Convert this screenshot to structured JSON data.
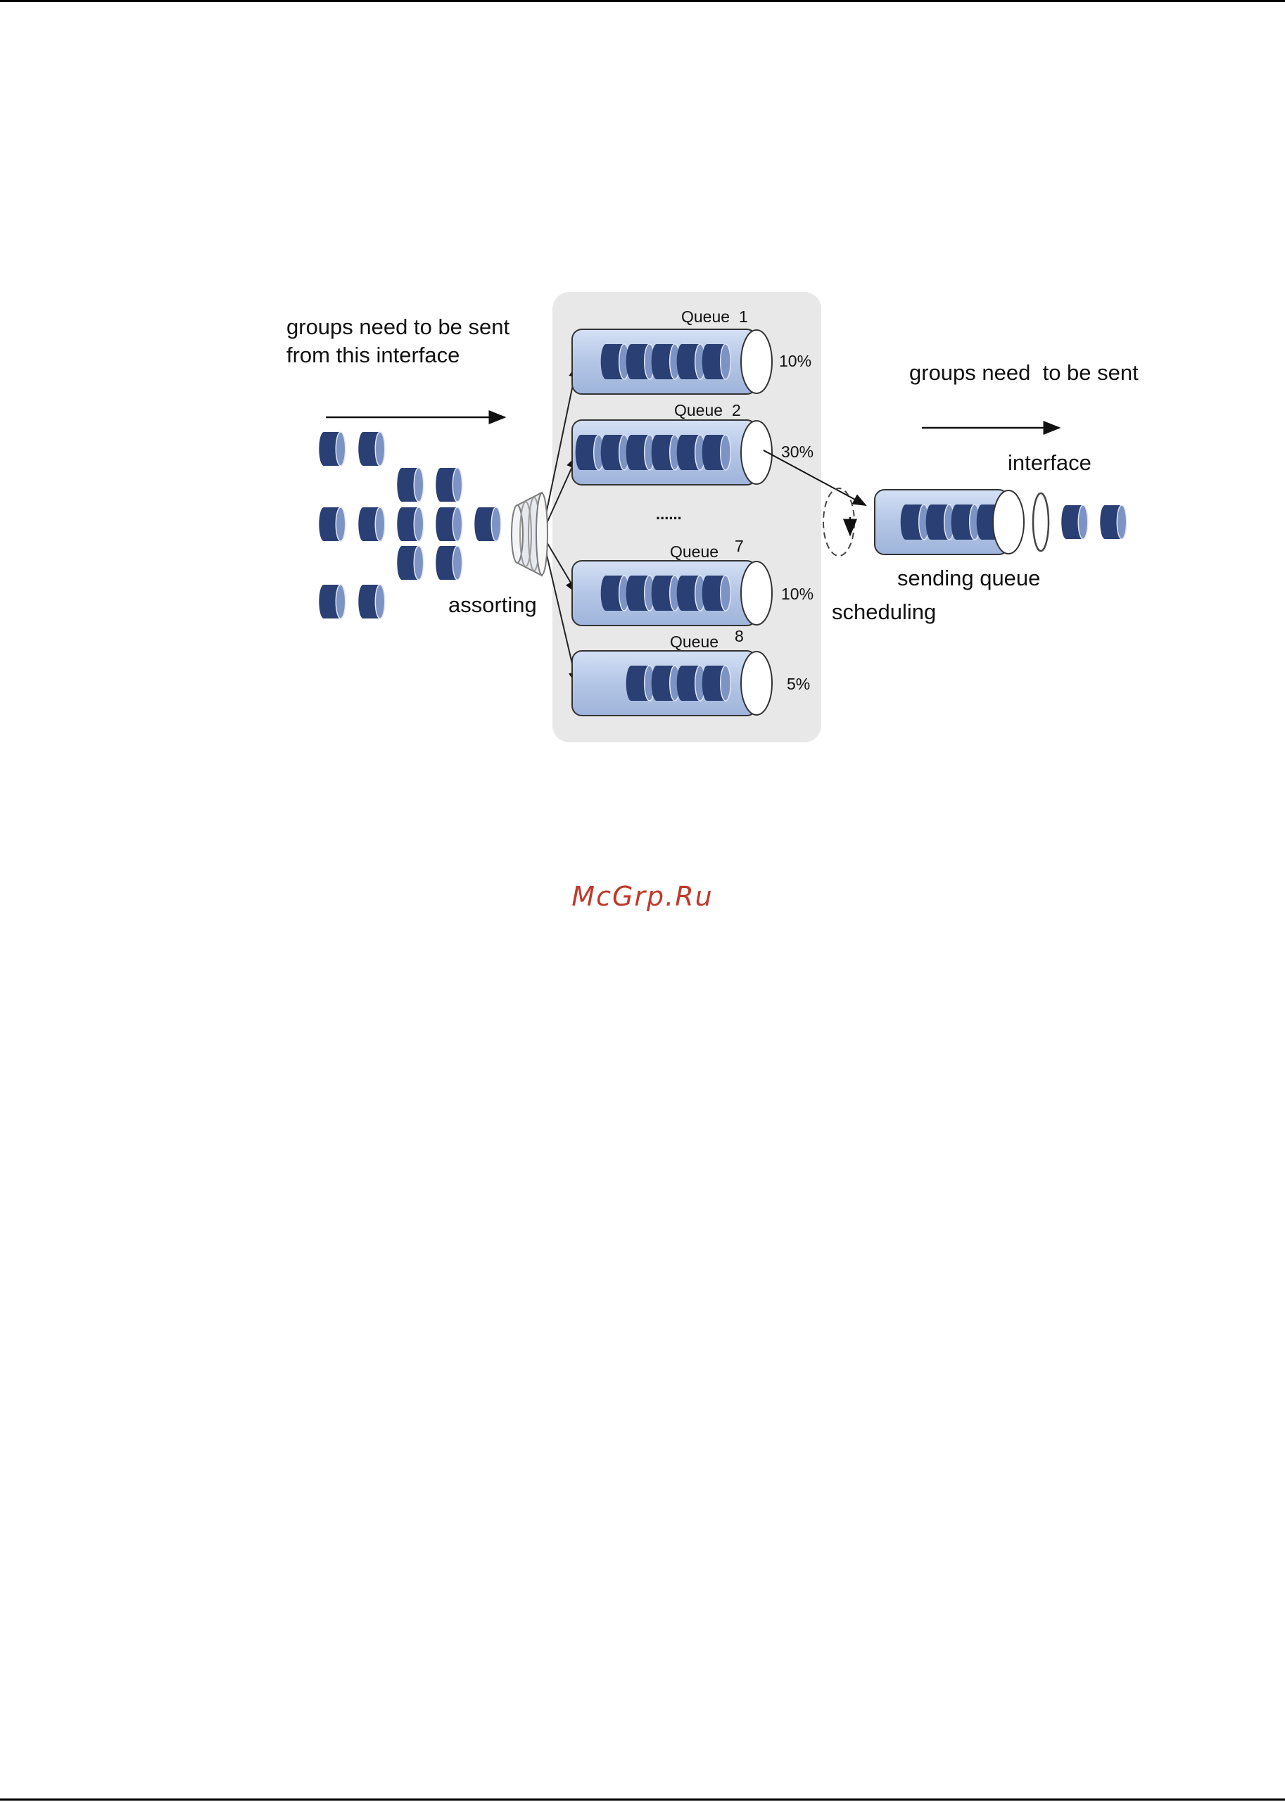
{
  "diagram": {
    "incoming_label_line1": "groups need to be sent",
    "incoming_label_line2": "from this interface",
    "assorting_label": "assorting",
    "queues": [
      {
        "name": "Queue 1",
        "name_text": "Queue",
        "name_num": "1",
        "weight": "10%",
        "packets": 5
      },
      {
        "name": "Queue 2",
        "name_text": "Queue",
        "name_num": "2",
        "weight": "30%",
        "packets": 6
      },
      {
        "name": "Queue 7",
        "name_text": "Queue",
        "name_num": "7",
        "weight": "10%",
        "packets": 5
      },
      {
        "name": "Queue 8",
        "name_text": "Queue",
        "name_num": "8",
        "weight": "5%",
        "packets": 4
      }
    ],
    "ellipsis": "......",
    "outgoing_label": "groups need  to be sent",
    "interface_label": "interface",
    "sending_queue_label": "sending queue",
    "scheduling_label": "scheduling"
  },
  "footer": {
    "watermark": "McGrp.Ru"
  },
  "colors": {
    "tube": "#b4c6e6",
    "packet_dark": "#2a3f73",
    "packet_light": "#7d93c3",
    "panel": "#e8e8e8"
  }
}
